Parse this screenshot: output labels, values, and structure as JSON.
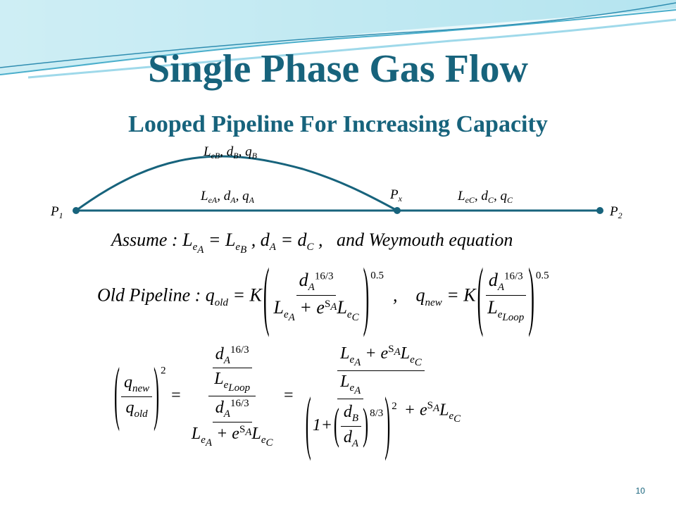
{
  "slide": {
    "title": "Single Phase Gas Flow",
    "subtitle": "Looped Pipeline For Increasing Capacity",
    "page_number": "10"
  },
  "diagram": {
    "label_loop": [
      "L",
      "eB",
      ", d",
      "B",
      ", q",
      "B"
    ],
    "label_a": [
      "L",
      "eA",
      ", d",
      "A",
      ", q",
      "A"
    ],
    "label_c": [
      "L",
      "eC",
      ", d",
      "C",
      ", q",
      "C"
    ],
    "label_p1": [
      "P",
      "1"
    ],
    "label_p2": [
      "P",
      "2"
    ],
    "label_px": [
      "P",
      "x"
    ]
  },
  "equations": {
    "assume": "Assume : L_eA = L_eB , d_A = d_C ,   and Weymouth equation",
    "old_label": "Old Pipeline :",
    "q_old_lhs": "q",
    "q_old_sub": "old",
    "K": "K",
    "exp_half": "0.5",
    "exp_16_3": "16/3",
    "exp_8_3": "8/3",
    "exp_2": "2",
    "q_new_sub": "new",
    "loop_sub": "Loop"
  }
}
